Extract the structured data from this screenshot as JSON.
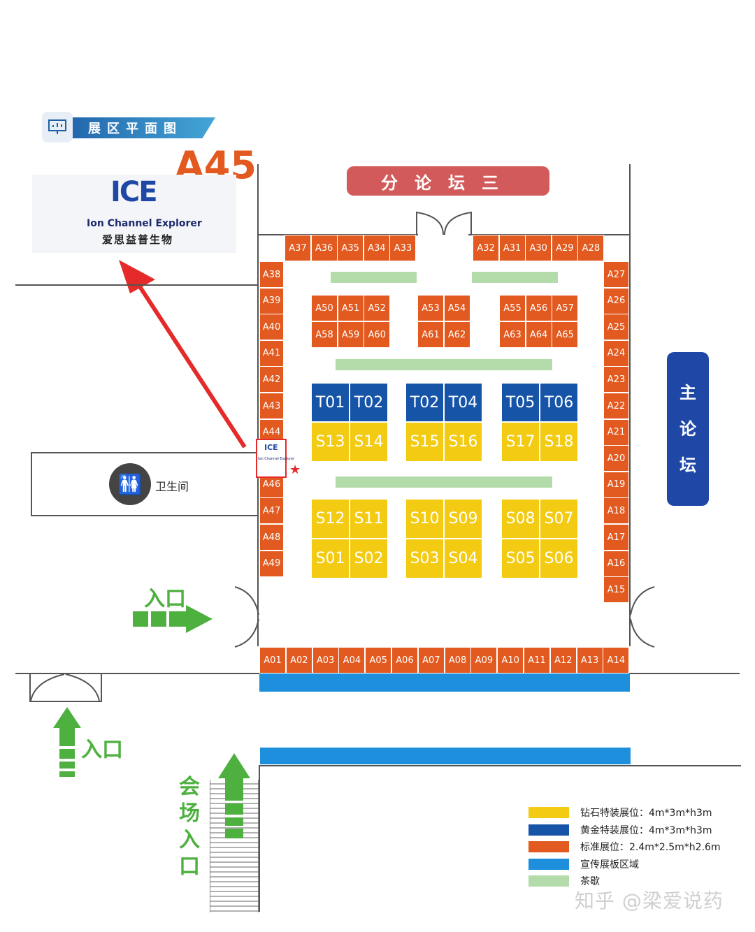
{
  "header_tag": {
    "label": "展区平面图"
  },
  "highlight_booth": "A45",
  "exhibitor": {
    "logo_mark": "ICE",
    "name_en": "Ion Channel Explorer",
    "name_cn": "爱思益普生物"
  },
  "forum_top": "分论坛三",
  "forum_main": [
    "主",
    "论",
    "坛"
  ],
  "restroom": "卫生间",
  "entrance_label": "入口",
  "venue_entrance": [
    "会",
    "场",
    "入",
    "口"
  ],
  "booths": {
    "top_row": [
      "A37",
      "A36",
      "A35",
      "A34",
      "A33",
      "A32",
      "A31",
      "A30",
      "A29",
      "A28"
    ],
    "left_col": [
      "A38",
      "A39",
      "A40",
      "A41",
      "A42",
      "A43",
      "A44",
      "A45",
      "A46",
      "A47",
      "A48",
      "A49"
    ],
    "right_col": [
      "A27",
      "A26",
      "A25",
      "A24",
      "A23",
      "A22",
      "A21",
      "A20",
      "A19",
      "A18",
      "A17",
      "A16",
      "A15"
    ],
    "bottom_row": [
      "A01",
      "A02",
      "A03",
      "A04",
      "A05",
      "A06",
      "A07",
      "A08",
      "A09",
      "A10",
      "A11",
      "A12",
      "A13",
      "A14"
    ],
    "island_1": [
      "A50",
      "A51",
      "A52",
      "A58",
      "A59",
      "A60"
    ],
    "island_2": [
      "A53",
      "A54",
      "A61",
      "A62"
    ],
    "island_3": [
      "A55",
      "A56",
      "A57",
      "A63",
      "A64",
      "A65"
    ],
    "gold_top": [
      "T01",
      "T02",
      "T02",
      "T04",
      "T05",
      "T06"
    ],
    "diamond_mid": [
      "S13",
      "S14",
      "S15",
      "S16",
      "S17",
      "S18"
    ],
    "diamond_row3": [
      "S12",
      "S11",
      "S10",
      "S09",
      "S08",
      "S07"
    ],
    "diamond_row4": [
      "S01",
      "S02",
      "S03",
      "S04",
      "S05",
      "S06"
    ]
  },
  "legend": [
    {
      "label": "钻石特装展位：4m*3m*h3m",
      "color": "#f3cb12"
    },
    {
      "label": "黄金特装展位：4m*3m*h3m",
      "color": "#1654a8"
    },
    {
      "label": "标准展位：2.4m*2.5m*h2.6m",
      "color": "#e25a1f"
    },
    {
      "label": "宣传展板区域",
      "color": "#1e8fdc"
    },
    {
      "label": "茶歇",
      "color": "#b4dcaa"
    }
  ],
  "watermark": "知乎 @梁爱说药"
}
